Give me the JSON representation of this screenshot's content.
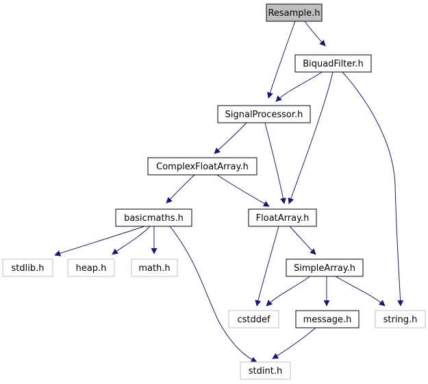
{
  "diagram": {
    "nodes": [
      {
        "id": "resample",
        "label": "Resample.h",
        "kind": "root"
      },
      {
        "id": "biquad",
        "label": "BiquadFilter.h",
        "kind": "file"
      },
      {
        "id": "signalproc",
        "label": "SignalProcessor.h",
        "kind": "file"
      },
      {
        "id": "complexfloat",
        "label": "ComplexFloatArray.h",
        "kind": "file"
      },
      {
        "id": "basicmaths",
        "label": "basicmaths.h",
        "kind": "file"
      },
      {
        "id": "floatarray",
        "label": "FloatArray.h",
        "kind": "file"
      },
      {
        "id": "stdlib",
        "label": "stdlib.h",
        "kind": "system"
      },
      {
        "id": "heap",
        "label": "heap.h",
        "kind": "system"
      },
      {
        "id": "math",
        "label": "math.h",
        "kind": "system"
      },
      {
        "id": "simplearray",
        "label": "SimpleArray.h",
        "kind": "file"
      },
      {
        "id": "cstddef",
        "label": "cstddef",
        "kind": "system"
      },
      {
        "id": "message",
        "label": "message.h",
        "kind": "file"
      },
      {
        "id": "string",
        "label": "string.h",
        "kind": "system"
      },
      {
        "id": "stdint",
        "label": "stdint.h",
        "kind": "system"
      }
    ],
    "edges": [
      {
        "from": "resample",
        "to": "biquad"
      },
      {
        "from": "resample",
        "to": "signalproc"
      },
      {
        "from": "biquad",
        "to": "signalproc"
      },
      {
        "from": "biquad",
        "to": "floatarray"
      },
      {
        "from": "biquad",
        "to": "string"
      },
      {
        "from": "signalproc",
        "to": "complexfloat"
      },
      {
        "from": "signalproc",
        "to": "floatarray"
      },
      {
        "from": "complexfloat",
        "to": "basicmaths"
      },
      {
        "from": "complexfloat",
        "to": "floatarray"
      },
      {
        "from": "basicmaths",
        "to": "stdlib"
      },
      {
        "from": "basicmaths",
        "to": "heap"
      },
      {
        "from": "basicmaths",
        "to": "math"
      },
      {
        "from": "basicmaths",
        "to": "stdint"
      },
      {
        "from": "floatarray",
        "to": "simplearray"
      },
      {
        "from": "floatarray",
        "to": "cstddef"
      },
      {
        "from": "simplearray",
        "to": "cstddef"
      },
      {
        "from": "simplearray",
        "to": "message"
      },
      {
        "from": "simplearray",
        "to": "string"
      },
      {
        "from": "message",
        "to": "stdint"
      }
    ],
    "colors": {
      "edge": "#191970",
      "root_fill": "#bfbfbf",
      "root_border": "#000000",
      "file_fill": "#ffffff",
      "file_border": "#000000",
      "system_fill": "#ffffff",
      "system_border": "#bfbfbf"
    }
  }
}
